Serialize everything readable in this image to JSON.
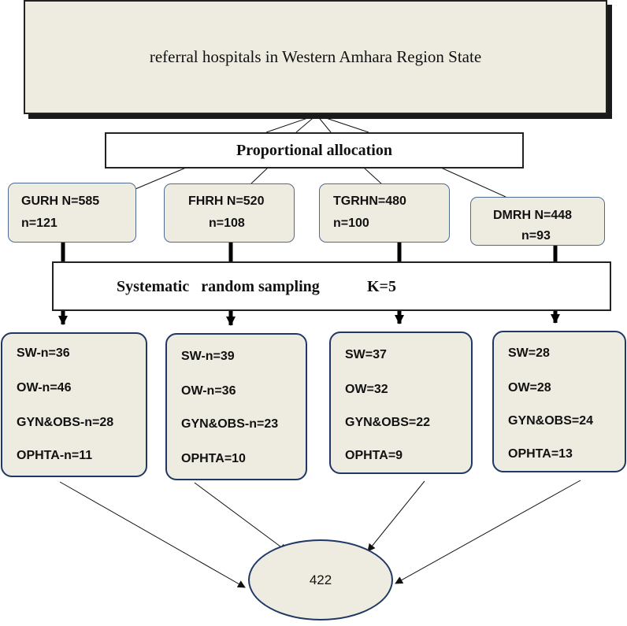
{
  "title": "referral hospitals in Western Amhara Region State",
  "allocation_label": "Proportional allocation",
  "sampling": {
    "label": "Systematic   random sampling",
    "k_label": "K=5"
  },
  "hospitals": [
    {
      "line1": "GURH N=585",
      "line2": "n=121"
    },
    {
      "line1": "FHRH N=520",
      "line2": "n=108"
    },
    {
      "line1": "TGRHN=480",
      "line2": "n=100"
    },
    {
      "line1": "DMRH N=448",
      "line2": "n=93"
    }
  ],
  "wards": [
    {
      "items": [
        "SW-n=36",
        "OW-n=46",
        "GYN&OBS-n=28",
        "OPHTA-n=11"
      ]
    },
    {
      "items": [
        "SW-n=39",
        "OW-n=36",
        "GYN&OBS-n=23",
        "OPHTA=10"
      ]
    },
    {
      "items": [
        "SW=37",
        "OW=32",
        "GYN&OBS=22",
        "OPHTA=9"
      ]
    },
    {
      "items": [
        "SW=28",
        "OW=28",
        "GYN&OBS=24",
        "OPHTA=13"
      ]
    }
  ],
  "total": "422"
}
